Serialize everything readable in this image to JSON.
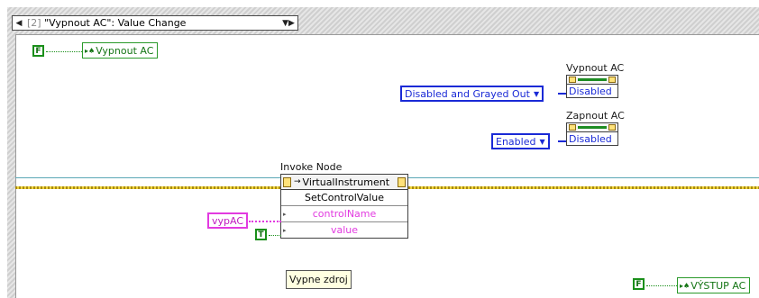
{
  "event_case": {
    "index": "[2]",
    "label": "\"Vypnout AC\": Value Change"
  },
  "locals": {
    "vypnout": {
      "constant": "F",
      "name": "Vypnout AC"
    },
    "vystup": {
      "constant": "F",
      "name": "VÝSTUP AC"
    }
  },
  "property_nodes": [
    {
      "label": "Vypnout AC",
      "enum_value": "Disabled and Grayed Out",
      "value": "Disabled"
    },
    {
      "label": "Zapnout AC",
      "enum_value": "Enabled",
      "value": "Disabled"
    }
  ],
  "invoke_node": {
    "title": "Invoke Node",
    "class_name": "VirtualInstrument",
    "method": "SetControlValue",
    "params": [
      "controlName",
      "value"
    ],
    "string_input": "vypAC",
    "bool_input": "T"
  },
  "comment": "Vypne zdroj",
  "colors": {
    "boolean_wire": "#1a8f1a",
    "enum_wire": "#1a2ad6",
    "string_wire": "#e23ae0",
    "error_wire": "#c8a21a",
    "reference_wire": "#5aa7b6"
  },
  "icons": [
    "dropdown-arrow-icon",
    "local-variable-icon",
    "property-node-icon",
    "invoke-node-icon"
  ]
}
